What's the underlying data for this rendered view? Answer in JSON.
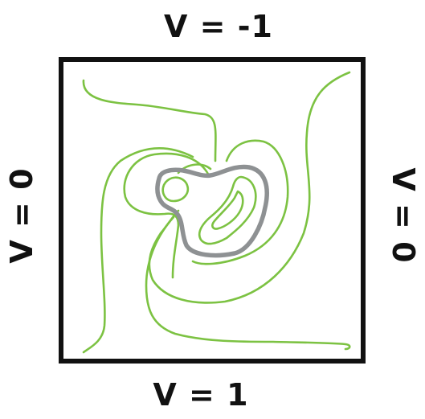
{
  "labels": {
    "top": "V = -1",
    "bottom": "V = 1",
    "left": "V = 0",
    "right": "V = 0"
  },
  "colors": {
    "frame": "#111111",
    "contour": "#7cc242",
    "highlight": "#8e9193",
    "text": "#111111"
  }
}
